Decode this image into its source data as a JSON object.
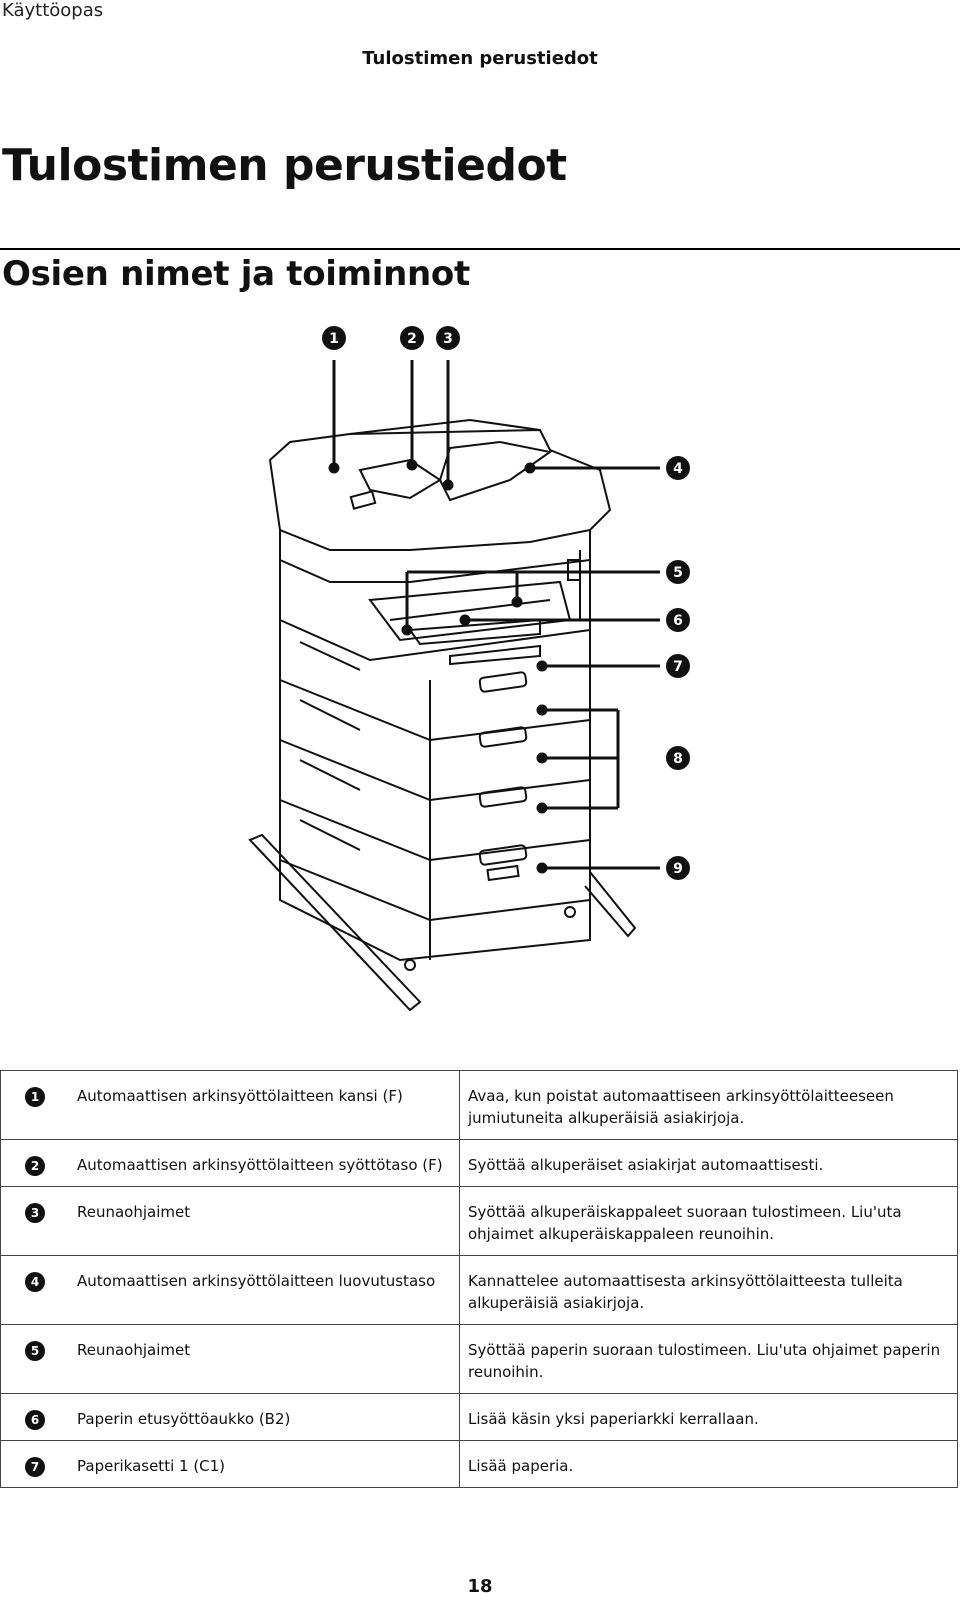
{
  "header": {
    "doc_title": "Käyttöopas",
    "section": "Tulostimen perustiedot"
  },
  "title": "Tulostimen perustiedot",
  "subtitle": "Osien nimet ja toiminnot",
  "figure_callouts": [
    "1",
    "2",
    "3",
    "4",
    "5",
    "6",
    "7",
    "8",
    "9"
  ],
  "parts": [
    {
      "num": "1",
      "name": "Automaattisen arkinsyöttölaitteen kansi (F)",
      "desc": "Avaa, kun poistat automaattiseen arkinsyöttölaitteeseen jumiutuneita alkuperäisiä asiakirjoja."
    },
    {
      "num": "2",
      "name": "Automaattisen arkinsyöttölaitteen syöttötaso (F)",
      "desc": "Syöttää alkuperäiset asiakirjat automaattisesti."
    },
    {
      "num": "3",
      "name": "Reunaohjaimet",
      "desc": "Syöttää alkuperäiskappaleet suoraan tulostimeen. Liu'uta ohjaimet alkuperäiskappaleen reunoihin."
    },
    {
      "num": "4",
      "name": "Automaattisen arkinsyöttölaitteen luovutustaso",
      "desc": "Kannattelee automaattisesta arkinsyöttölaitteesta tulleita alkuperäisiä asiakirjoja."
    },
    {
      "num": "5",
      "name": "Reunaohjaimet",
      "desc": "Syöttää paperin suoraan tulostimeen. Liu'uta ohjaimet paperin reunoihin."
    },
    {
      "num": "6",
      "name": "Paperin etusyöttöaukko (B2)",
      "desc": "Lisää käsin yksi paperiarkki kerrallaan."
    },
    {
      "num": "7",
      "name": "Paperikasetti 1 (C1)",
      "desc": "Lisää paperia."
    }
  ],
  "page_number": "18"
}
